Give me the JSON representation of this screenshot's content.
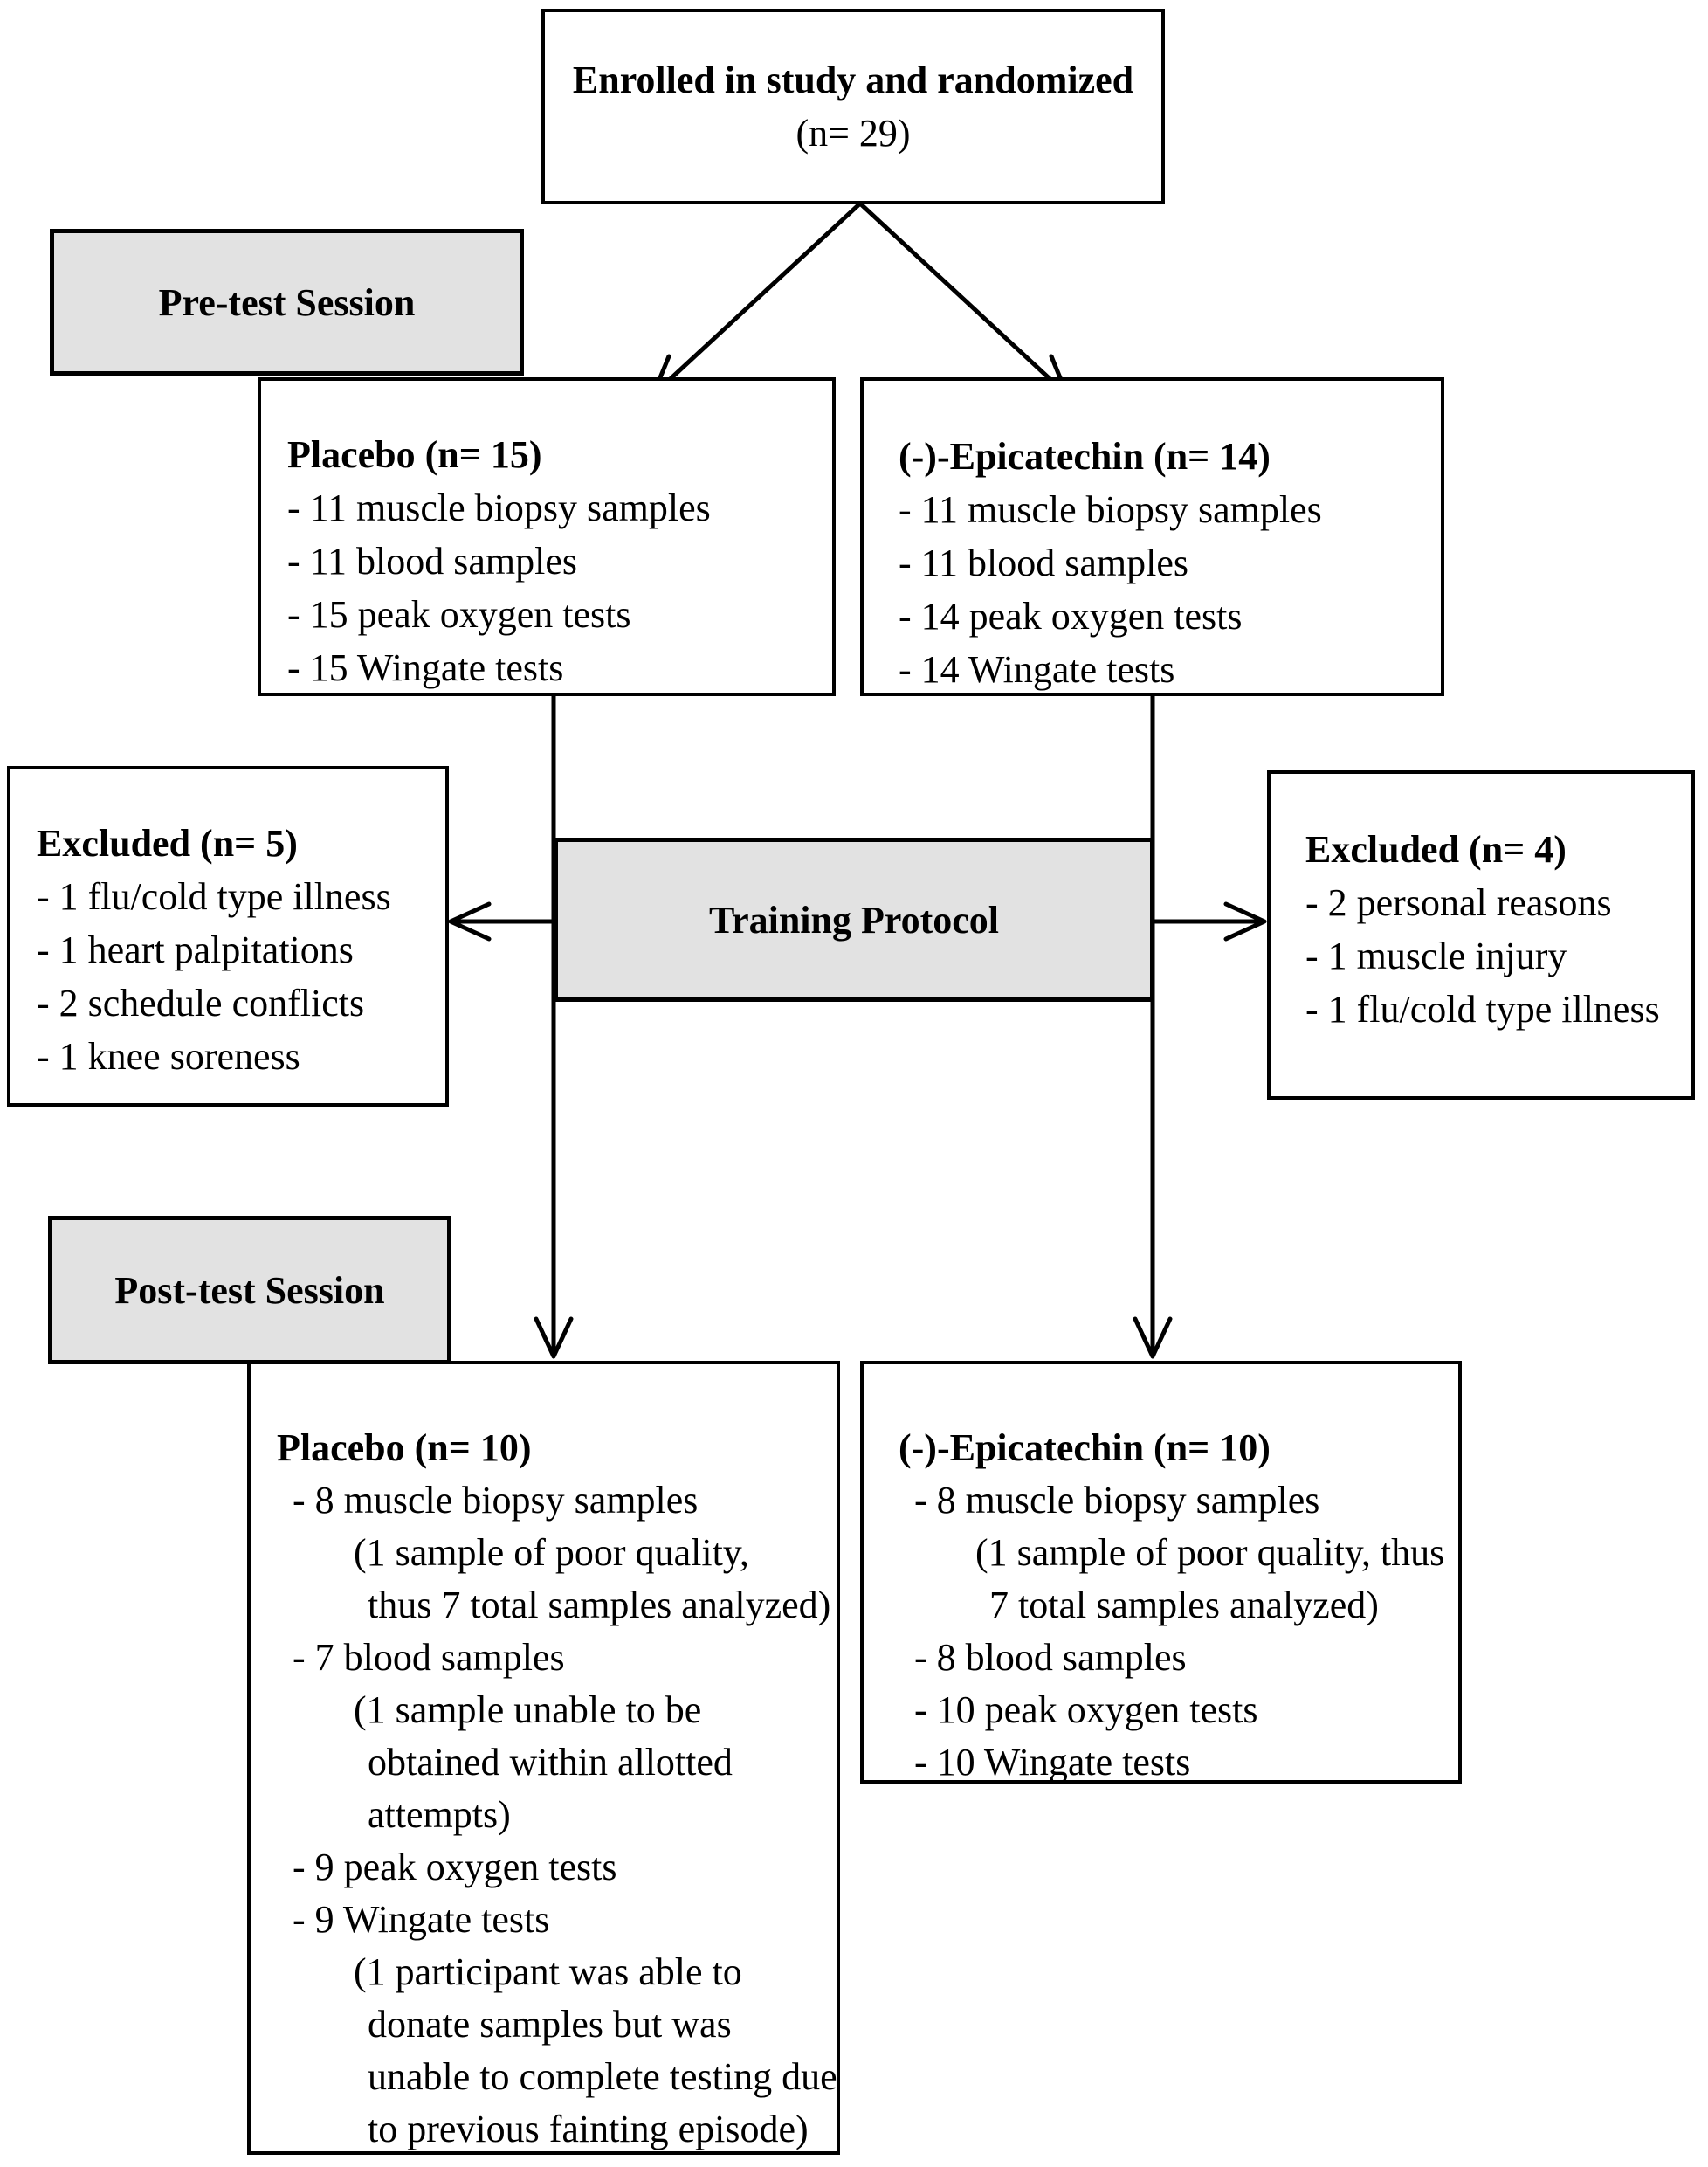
{
  "colors": {
    "background": "#ffffff",
    "label_bg": "#e2e2e2",
    "line": "#000000",
    "text": "#000000"
  },
  "flow": {
    "enrolled": {
      "title": "Enrolled in study and randomized",
      "subtitle": "(n= 29)"
    },
    "pretest_label": "Pre-test Session",
    "training_label": "Training Protocol",
    "posttest_label": "Post-test Session",
    "placebo_pre": {
      "title": "Placebo (n= 15)",
      "items": [
        {
          "t": "- 11 muscle biopsy samples",
          "i": 0
        },
        {
          "t": "- 11 blood samples",
          "i": 0
        },
        {
          "t": "- 15 peak oxygen tests",
          "i": 0
        },
        {
          "t": "- 15 Wingate tests",
          "i": 0
        }
      ]
    },
    "epicatechin_pre": {
      "title": "(-)-Epicatechin (n= 14)",
      "items": [
        {
          "t": "- 11 muscle biopsy samples",
          "i": 0
        },
        {
          "t": "- 11 blood samples",
          "i": 0
        },
        {
          "t": "- 14 peak oxygen tests",
          "i": 0
        },
        {
          "t": "- 14 Wingate tests",
          "i": 0
        }
      ]
    },
    "excluded_left": {
      "title": "Excluded (n= 5)",
      "items": [
        {
          "t": "- 1 flu/cold type illness",
          "i": 0
        },
        {
          "t": "- 1 heart palpitations",
          "i": 0
        },
        {
          "t": "- 2 schedule conflicts",
          "i": 0
        },
        {
          "t": "- 1 knee soreness",
          "i": 0
        }
      ]
    },
    "excluded_right": {
      "title": "Excluded (n= 4)",
      "items": [
        {
          "t": "- 2 personal reasons",
          "i": 0
        },
        {
          "t": "- 1 muscle injury",
          "i": 0
        },
        {
          "t": "- 1 flu/cold type illness",
          "i": 0
        }
      ]
    },
    "placebo_post": {
      "title": "Placebo (n= 10)",
      "items": [
        {
          "t": "- 8 muscle biopsy samples",
          "i": 1
        },
        {
          "t": "(1 sample of poor quality,",
          "i": 2
        },
        {
          "t": "thus 7 total samples analyzed)",
          "i": 3
        },
        {
          "t": "- 7 blood samples",
          "i": 1
        },
        {
          "t": "(1 sample unable to be",
          "i": 2
        },
        {
          "t": "obtained within allotted",
          "i": 3
        },
        {
          "t": "attempts)",
          "i": 3
        },
        {
          "t": "- 9 peak oxygen tests",
          "i": 1
        },
        {
          "t": "- 9 Wingate tests",
          "i": 1
        },
        {
          "t": "(1 participant was able to",
          "i": 2
        },
        {
          "t": "donate samples but was",
          "i": 3
        },
        {
          "t": "unable to complete testing due",
          "i": 3
        },
        {
          "t": "to previous fainting episode)",
          "i": 3
        }
      ]
    },
    "epicatechin_post": {
      "title": "(-)-Epicatechin (n= 10)",
      "items": [
        {
          "t": "- 8 muscle biopsy samples",
          "i": 1
        },
        {
          "t": "(1 sample of poor quality, thus",
          "i": 2
        },
        {
          "t": "7 total samples analyzed)",
          "i": 3
        },
        {
          "t": "- 8 blood samples",
          "i": 1
        },
        {
          "t": "- 10 peak oxygen tests",
          "i": 1
        },
        {
          "t": "- 10 Wingate tests",
          "i": 1
        }
      ]
    }
  }
}
